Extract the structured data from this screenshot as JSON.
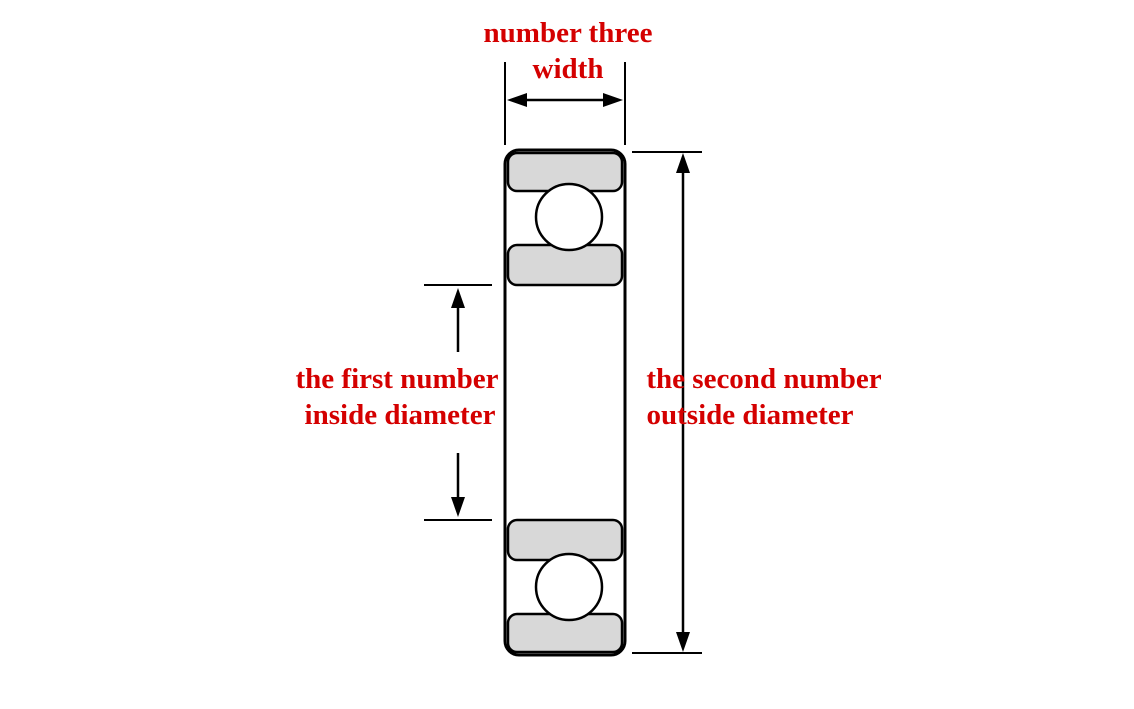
{
  "diagram": {
    "type": "bearing-dimension-diagram",
    "labels": {
      "width_line1": "number three",
      "width_line2": "width",
      "inside_line1": "the first number",
      "inside_line2": "inside diameter",
      "outside_line1": "the second number",
      "outside_line2": "outside diameter"
    },
    "colors": {
      "label_text": "#d40000",
      "race_fill": "#d8d8d8",
      "line": "#000000",
      "background": "#ffffff"
    }
  }
}
